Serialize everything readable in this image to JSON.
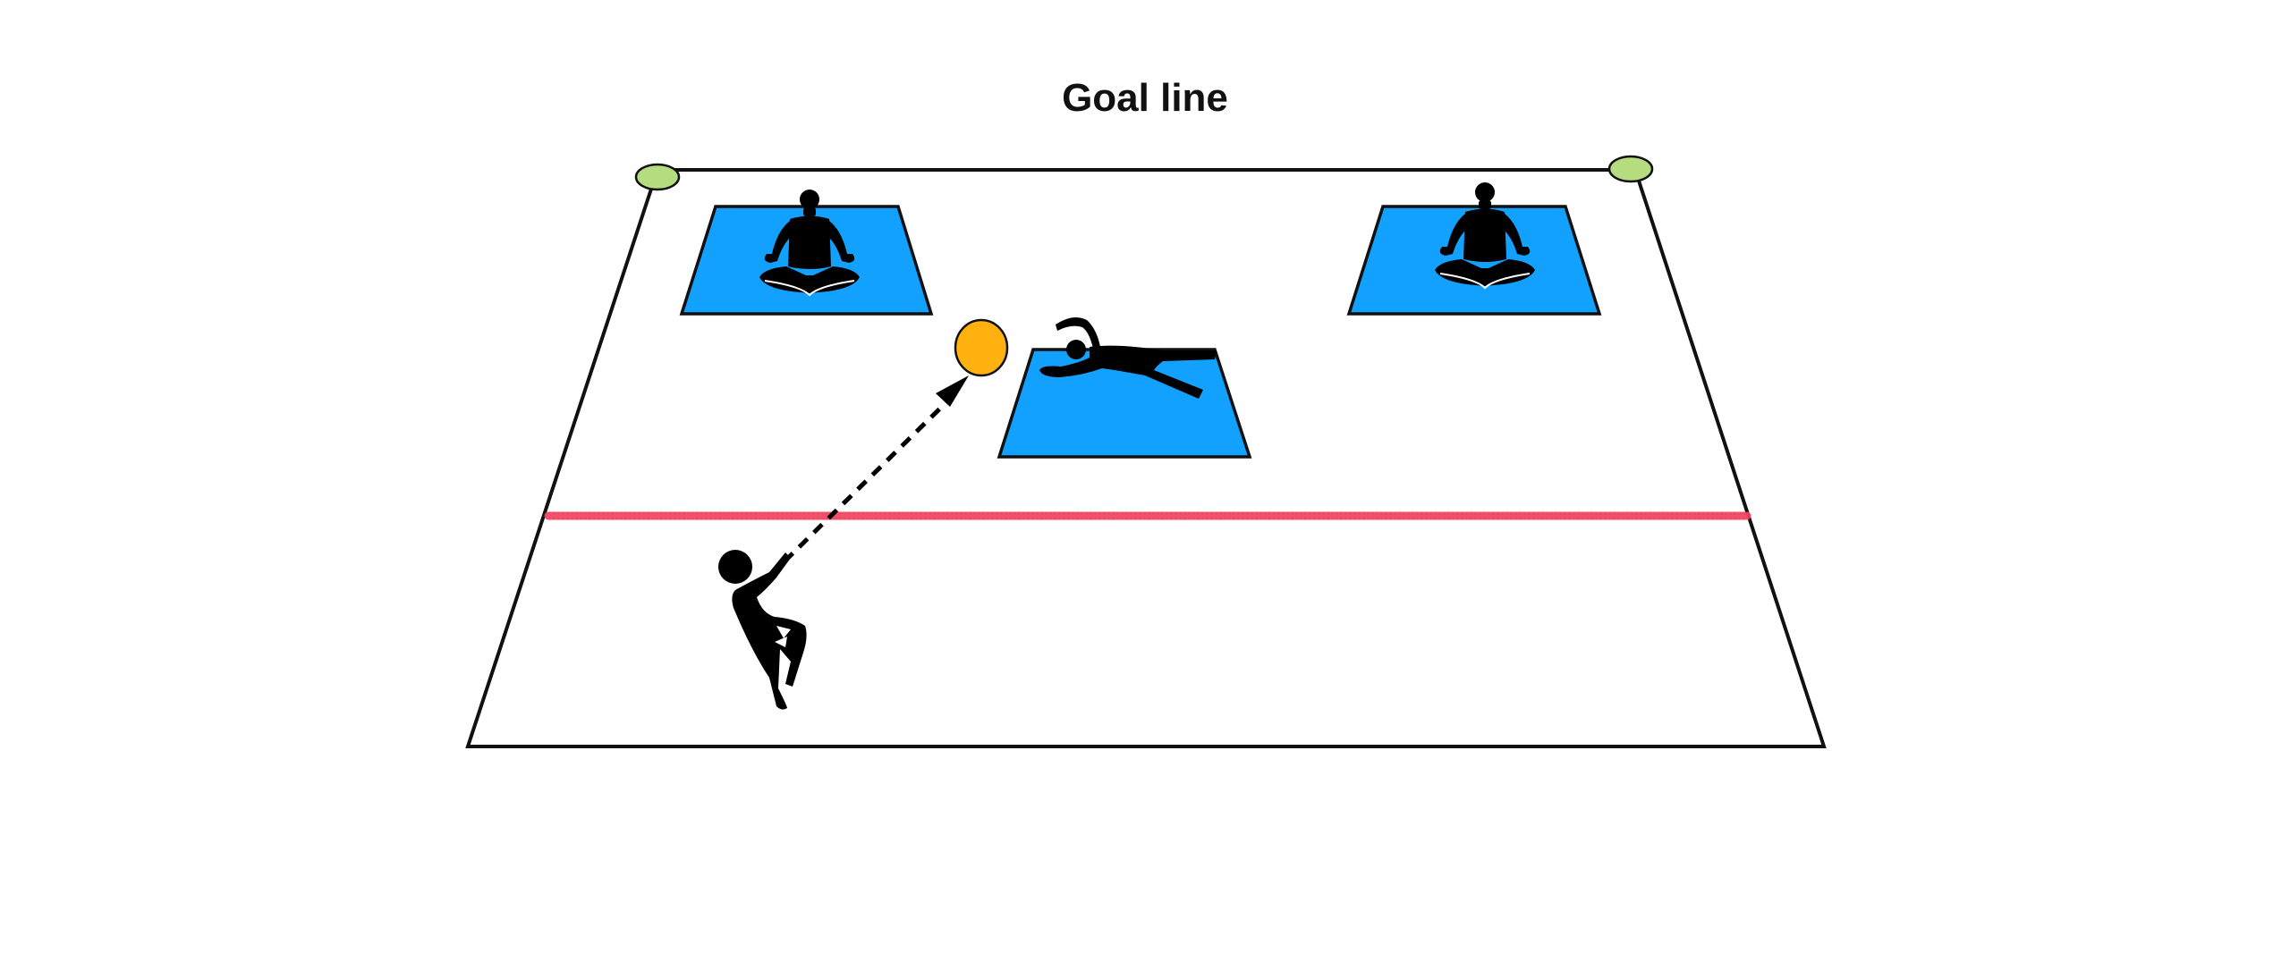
{
  "title": "Goal line",
  "colors": {
    "field_outline": "#111111",
    "mat": "#13a1ff",
    "cone": "#b5dc7e",
    "ball": "#ffb20f",
    "line": "#f0445f",
    "figure": "#000000"
  },
  "elements": {
    "cones": [
      "left-cone",
      "right-cone"
    ],
    "mats": [
      "left-mat",
      "center-mat",
      "right-mat"
    ],
    "figures": [
      "seated-player-left",
      "diving-goalkeeper",
      "seated-player-right",
      "throwing-player"
    ],
    "ball": "ball-icon",
    "pass_arrow": "dashed-arrow"
  }
}
